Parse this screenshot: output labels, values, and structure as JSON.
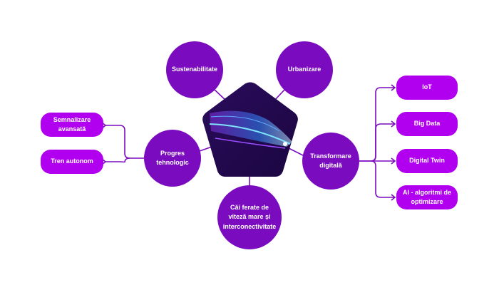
{
  "center": {
    "image": "high-speed-train-illustration"
  },
  "nodes": {
    "sustainability": "Sustenabilitate",
    "urbanization": "Urbanizare",
    "tech_progress": "Progres tehnologic",
    "digital_transformation": "Transformare digitală",
    "high_speed_rail": "Căi ferate de viteză mare și interconectivitate"
  },
  "left_items": [
    "Semnalizare avansată",
    "Tren autonom"
  ],
  "right_items": [
    "IoT",
    "Big Data",
    "Digital Twin",
    "AI - algoritmi de optimizare"
  ],
  "colors": {
    "circle": "#7a0bbf",
    "box": "#b100ef",
    "line": "#7a0bbf"
  }
}
